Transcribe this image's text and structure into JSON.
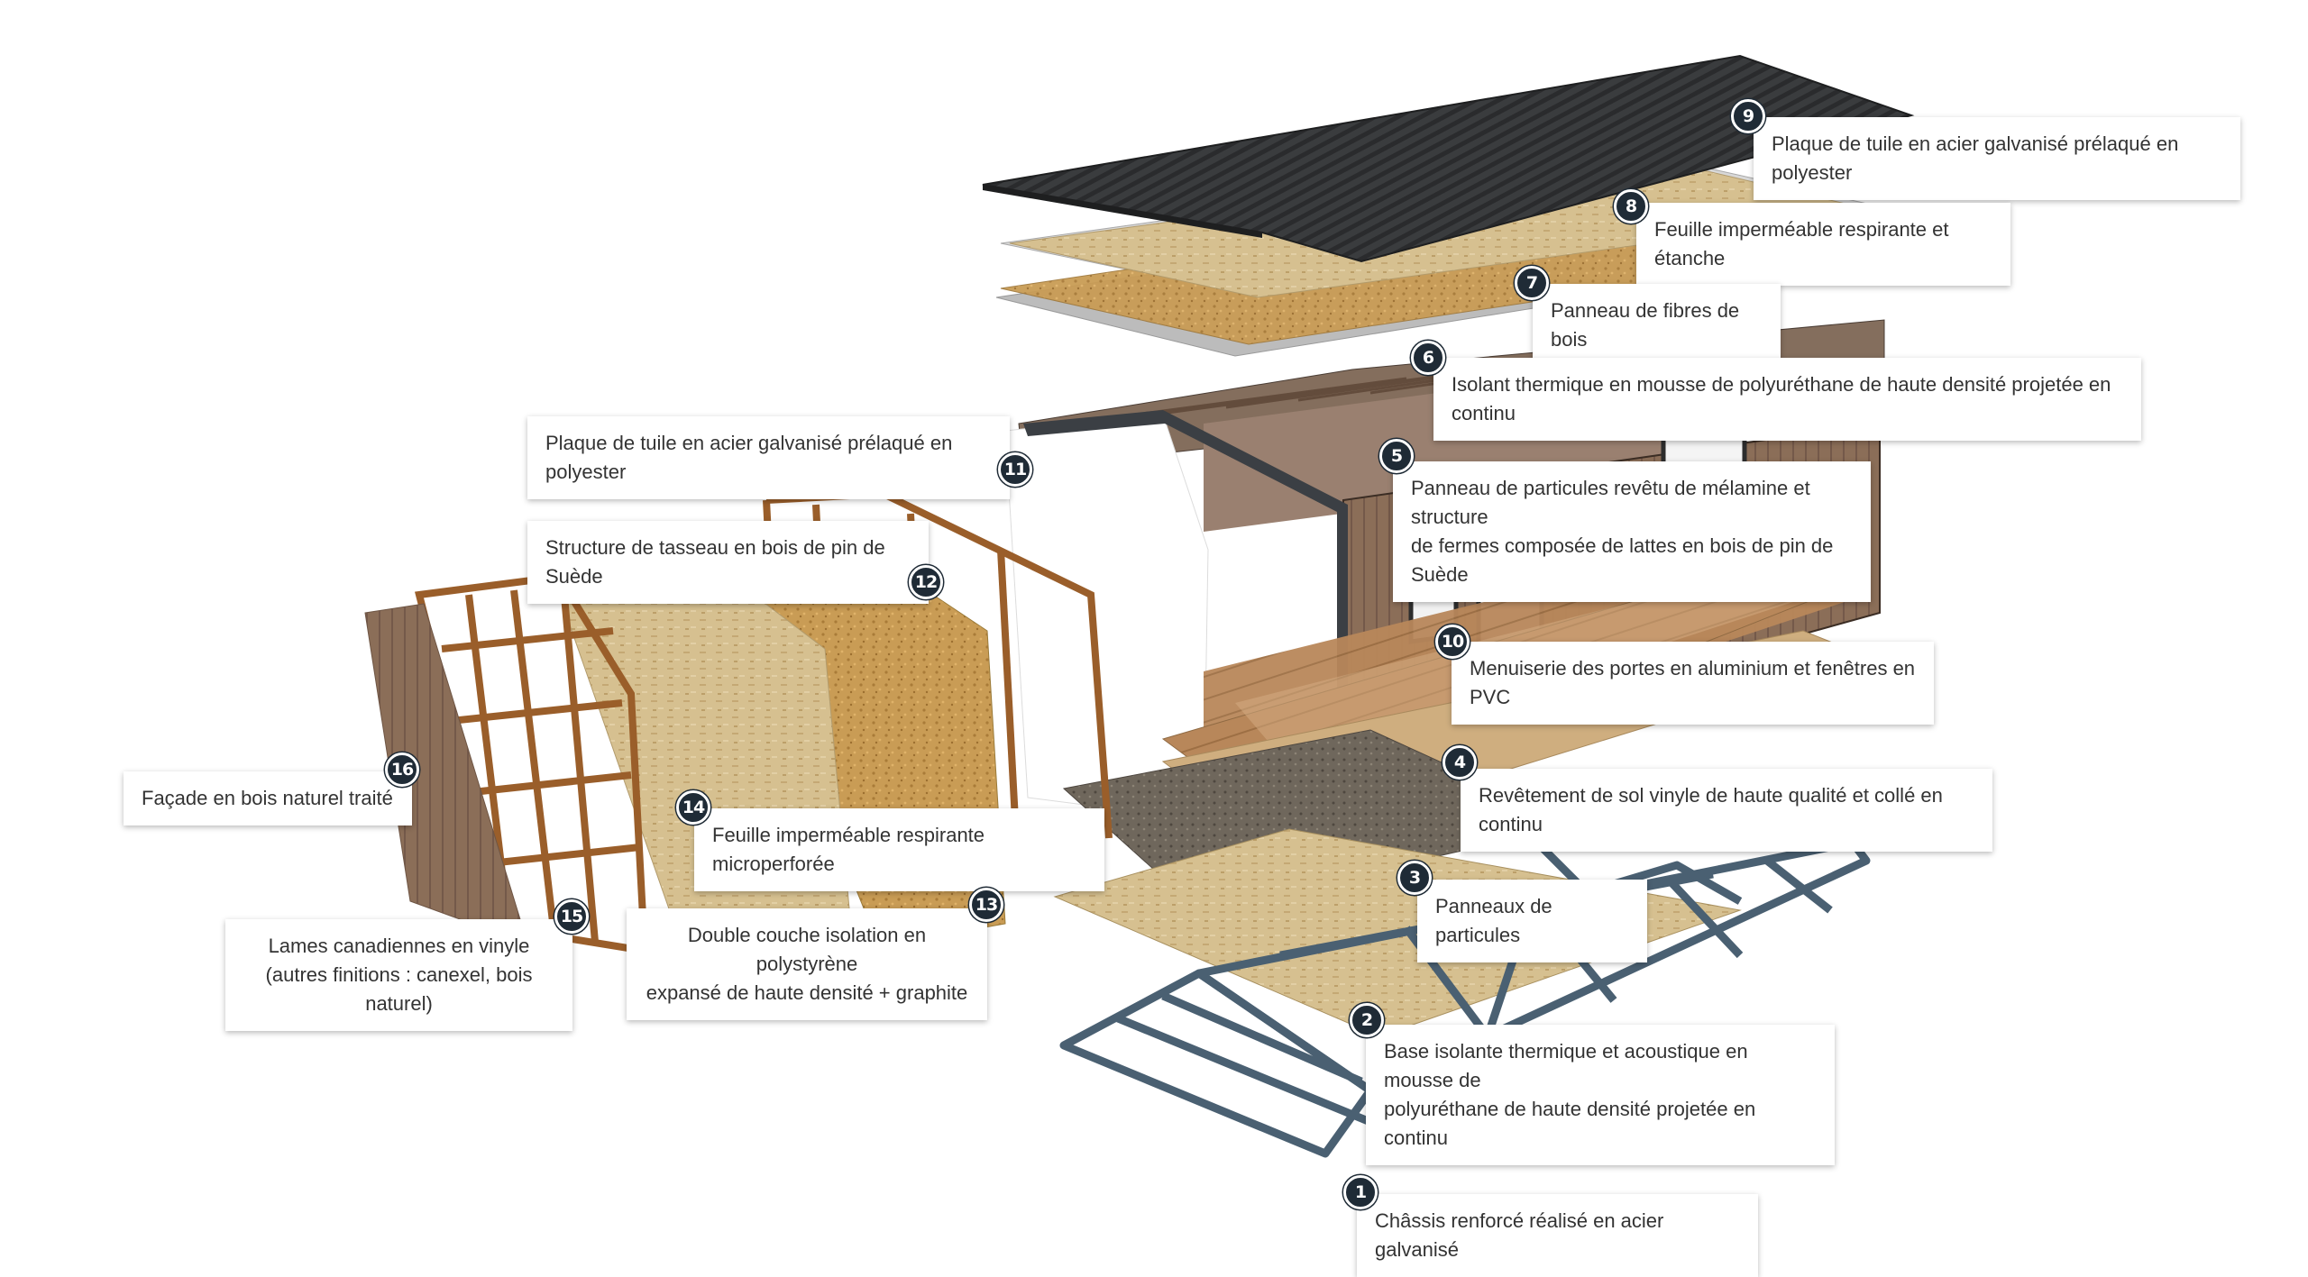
{
  "colors": {
    "badge": "#1f2b36",
    "roof": "#3a3c3e",
    "osb": "#d6c090",
    "wood_fibre": "#c99c55",
    "insulation_grey": "#bcbcbc",
    "wall": "#8b6e58",
    "floor_vinyl": "#b8875a",
    "particle_board": "#c8ab7a",
    "foam_base": "#6f675c",
    "chassis": "#4a6072",
    "timber_frame": "#9a5e2a"
  },
  "icons": [
    "number-badge-icon",
    "wheel-icon"
  ],
  "callouts": [
    {
      "number": "9",
      "text": "Plaque de tuile en acier galvanisé prélaqué en polyester"
    },
    {
      "number": "8",
      "text": "Feuille imperméable respirante et étanche"
    },
    {
      "number": "7",
      "text": "Panneau de fibres de bois"
    },
    {
      "number": "6",
      "text": "Isolant thermique en mousse de polyuréthane de haute densité projetée en continu"
    },
    {
      "number": "11",
      "text": "Plaque de tuile en acier galvanisé prélaqué en polyester"
    },
    {
      "number": "5",
      "text": "Panneau de particules revêtu de mélamine et structure\nde fermes composée de lattes en bois de pin de Suède"
    },
    {
      "number": "12",
      "text": "Structure de tasseau en bois de pin de Suède"
    },
    {
      "number": "10",
      "text": "Menuiserie des portes en aluminium et fenêtres en PVC"
    },
    {
      "number": "16",
      "text": "Façade en bois naturel traité"
    },
    {
      "number": "4",
      "text": "Revêtement de sol vinyle de haute qualité et collé en continu"
    },
    {
      "number": "14",
      "text": "Feuille imperméable respirante microperforée"
    },
    {
      "number": "3",
      "text": "Panneaux de particules"
    },
    {
      "number": "15",
      "text": "Lames canadiennes en vinyle\n(autres finitions : canexel, bois naturel)"
    },
    {
      "number": "13",
      "text": "Double couche  isolation en polystyrène\nexpansé de haute densité + graphite"
    },
    {
      "number": "2",
      "text": "Base isolante thermique et acoustique en mousse de\npolyuréthane de haute densité projetée en continu"
    },
    {
      "number": "1",
      "text": "Châssis renforcé réalisé en acier galvanisé"
    }
  ]
}
